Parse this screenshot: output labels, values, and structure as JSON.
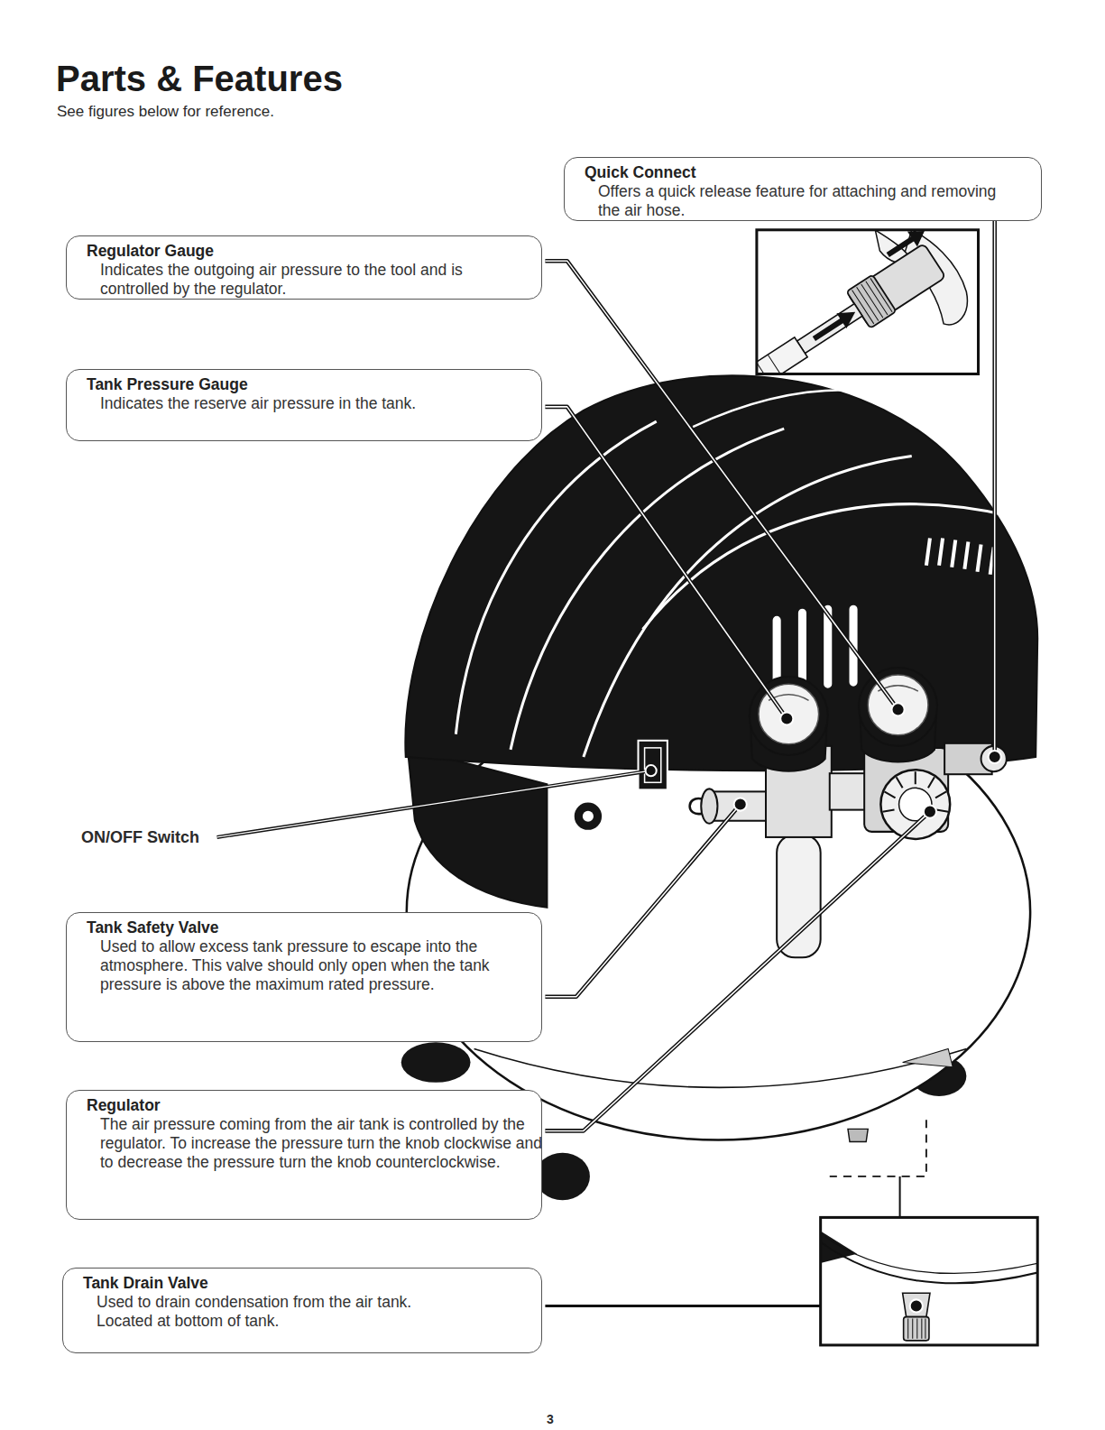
{
  "diagram": {
    "title": "Parts & Features",
    "nodes": [
      {
        "text": [
          "Quick Connect",
          "Offers a quick release feature for attaching and removing the air hose."
        ]
      },
      {
        "text": [
          "Regulator Gauge",
          "Indicates the outgoing air pressure to the tool and is controlled by the regulator."
        ]
      },
      {
        "text": [
          "Tank Pressure Gauge",
          "Indicates the reserve air pressure in the tank."
        ]
      },
      {
        "text": [
          "Tank Safety Valve",
          "Used to allow excess tank pressure to escape into the atmosphere. This valve should only open when the tank pressure is above the maximum rated pressure."
        ]
      },
      {
        "text": [
          "Regulator",
          "The air pressure coming from the air tank is controlled by the regulator. To increase the pressure turn the knob clockwise and to decrease the pressure turn the knob counterclockwise."
        ]
      },
      {
        "text": [
          "Tank Drain Valve",
          "Used to drain condensation from the air tank. Located at bottom of tank."
        ]
      }
    ],
    "labels": [
      "See figures below for reference.",
      "ON/OFF Switch",
      "3"
    ]
  }
}
